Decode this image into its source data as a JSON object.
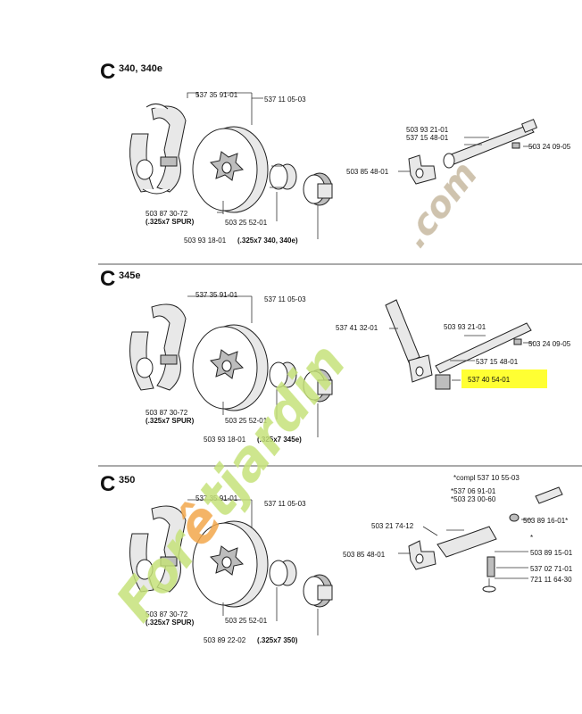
{
  "watermark": {
    "text_main": "Forêtjardin",
    "text_suffix": ".com",
    "color_green": "#c6e27a",
    "color_orange": "#f2a74b",
    "color_tan": "#c7b9a0"
  },
  "highlight_color": "#ffff33",
  "sections": [
    {
      "letter": "C",
      "model": "340, 340e",
      "labels": {
        "l1": "537 35 91-01",
        "l2": "537 11 05-03",
        "l3": "503 87 30-72",
        "l3b": "(.325x7 SPUR)",
        "l4": "503 25 52-01",
        "l5": "503 93 18-01",
        "l5b": "(.325x7  340, 340e)",
        "r1": "503 93 21-01",
        "r2": "537 15 48-01",
        "r3": "503 24 09-05",
        "r4": "503 85 48-01"
      }
    },
    {
      "letter": "C",
      "model": "345e",
      "labels": {
        "l1": "537 35 91-01",
        "l2": "537 11 05-03",
        "l3": "503 87 30-72",
        "l3b": "(.325x7 SPUR)",
        "l4": "503 25 52-01",
        "l5": "503 93 18-01",
        "l5b": "(.325x7  345e)",
        "r1": "537 41 32-01",
        "r2": "503 93 21-01",
        "r3": "503 24 09-05",
        "r4": "537 15 48-01",
        "r5": "537 40 54-01"
      }
    },
    {
      "letter": "C",
      "model": "350",
      "labels": {
        "l1": "537 35 91-01",
        "l2": "537 11 05-03",
        "l3": "503 87 30-72",
        "l3b": "(.325x7 SPUR)",
        "l4": "503 25 52-01",
        "l5": "503 89 22-02",
        "l5b": "(.325x7  350)",
        "r1": "*compl  537 10 55-03",
        "r2": "*537 06 91-01",
        "r3": "*503 23 00-60",
        "r4": "503 21 74-12",
        "r5": "503 89 16-01*",
        "r6": "*",
        "r7": "503 85 48-01",
        "r8": "503 89 15-01",
        "r9": "537 02 71-01",
        "r10": "721 11 64-30"
      }
    }
  ]
}
